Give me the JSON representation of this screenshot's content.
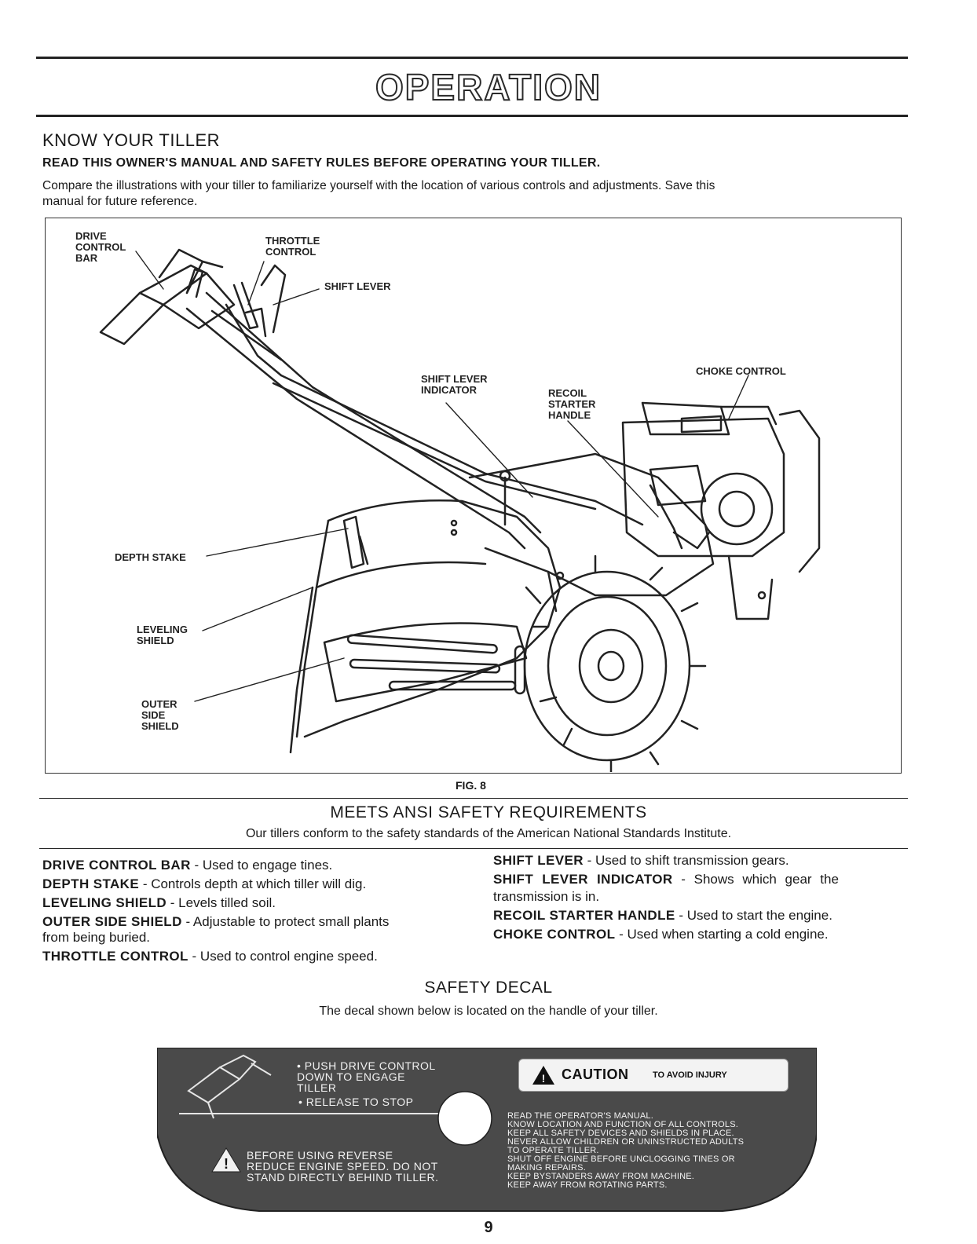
{
  "page_title": "OPERATION",
  "know_your_tiller": {
    "heading": "KNOW YOUR TILLER",
    "subheading": "READ THIS OWNER'S MANUAL AND SAFETY RULES BEFORE OPERATING YOUR TILLER.",
    "intro_line1": "Compare the illustrations with your tiller to familiarize yourself with the location of various controls and adjustments. Save this",
    "intro_line2": "manual for future reference."
  },
  "figure": {
    "caption": "FIG. 8",
    "callouts": {
      "drive_control_bar": "DRIVE\nCONTROL\nBAR",
      "throttle_control": "THROTTLE\nCONTROL",
      "shift_lever": "SHIFT LEVER",
      "shift_lever_indicator": "SHIFT LEVER\nINDICATOR",
      "recoil_starter_handle": "RECOIL\nSTARTER\nHANDLE",
      "choke_control": "CHOKE CONTROL",
      "depth_stake": "DEPTH STAKE",
      "leveling_shield": "LEVELING\nSHIELD",
      "outer_side_shield": "OUTER\nSIDE\nSHIELD"
    }
  },
  "ansi": {
    "heading": "MEETS ANSI SAFETY REQUIREMENTS",
    "text": "Our tillers conform to the safety standards of the American National Standards Institute."
  },
  "definitions_left": [
    {
      "term": "DRIVE CONTROL BAR",
      "desc": " - Used to engage tines."
    },
    {
      "term": "DEPTH STAKE",
      "desc": " - Controls depth at which tiller will dig."
    },
    {
      "term": "LEVELING SHIELD",
      "desc": " - Levels tilled soil."
    },
    {
      "term": "OUTER SIDE SHIELD",
      "desc": " - Adjustable to protect small plants",
      "cont": "from being buried."
    },
    {
      "term": "THROTTLE CONTROL",
      "desc": " - Used to control engine speed."
    }
  ],
  "definitions_right": [
    {
      "term": "SHIFT LEVER",
      "desc": " - Used to shift transmission gears."
    },
    {
      "term": "SHIFT LEVER INDICATOR",
      "desc": " - Shows which gear the",
      "cont": "transmission is in."
    },
    {
      "term": "RECOIL STARTER HANDLE",
      "desc": " - Used to start the engine."
    },
    {
      "term": "CHOKE CONTROL",
      "desc": " - Used when starting a cold engine."
    }
  ],
  "safety_decal": {
    "heading": "SAFETY DECAL",
    "text": "The decal shown below is located on the handle of your tiller.",
    "push_text": "• PUSH DRIVE CONTROL\n  DOWN TO ENGAGE\n  TILLER",
    "release_text": "• RELEASE TO STOP",
    "reverse_text": "BEFORE USING REVERSE\nREDUCE ENGINE SPEED.  DO NOT\nSTAND DIRECTLY BEHIND TILLER.",
    "caution_word": "CAUTION",
    "caution_sub": "TO AVOID INJURY",
    "caution_list": "READ THE OPERATOR'S MANUAL.\nKNOW LOCATION AND FUNCTION OF ALL CONTROLS.\nKEEP ALL SAFETY DEVICES AND SHIELDS IN PLACE.\nNEVER ALLOW CHILDREN OR UNINSTRUCTED ADULTS\n   TO OPERATE TILLER.\nSHUT OFF ENGINE BEFORE UNCLOGGING TINES OR\n   MAKING REPAIRS.\nKEEP BYSTANDERS AWAY FROM MACHINE.\nKEEP AWAY FROM ROTATING PARTS."
  },
  "page_number": "9"
}
